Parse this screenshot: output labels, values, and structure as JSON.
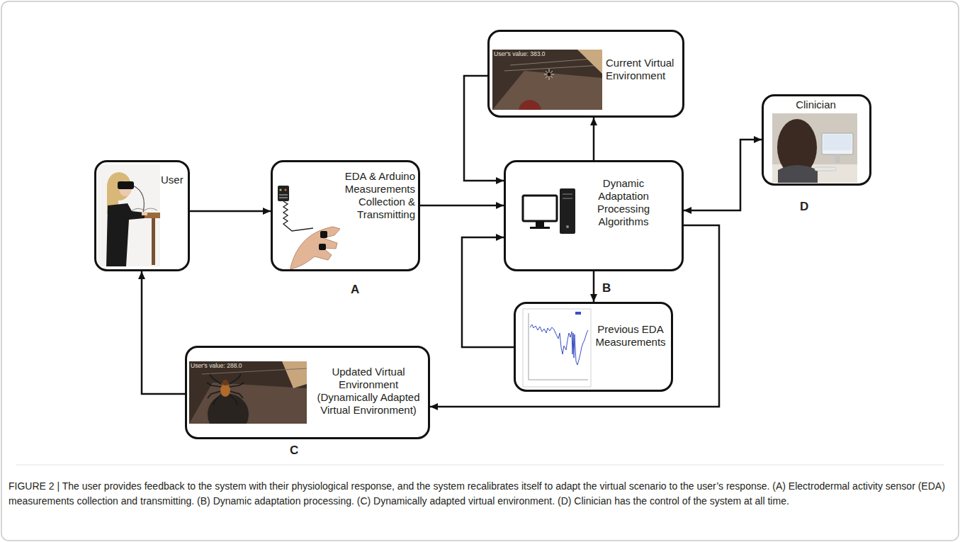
{
  "diagram": {
    "caption": "FIGURE 2 | The user provides feedback to the system with their physiological response, and the system recalibrates itself to adapt the virtual scenario to the user’s response. (A) Electrodermal activity sensor (EDA) measurements collection and transmitting. (B) Dynamic adaptation processing. (C) Dynamically adapted virtual environment. (D) Clinician has the control of the system at all time.",
    "nodes": [
      {
        "text": [
          "User"
        ]
      },
      {
        "text": [
          "EDA & Arduino Measurements Collection & Transmitting"
        ]
      },
      {
        "text": [
          "Current Virtual Environment"
        ]
      },
      {
        "text": [
          "Dynamic Adaptation Processing Algorithms"
        ]
      },
      {
        "text": [
          "Clinician"
        ]
      },
      {
        "text": [
          "Previous EDA Measurements"
        ]
      },
      {
        "text": [
          "Updated Virtual Environment (Dynamically Adapted Virtual Environment)"
        ]
      }
    ],
    "edges": [
      {
        "from": 0,
        "to": 1,
        "arrow": "to"
      },
      {
        "from": 1,
        "to": 3,
        "arrow": "to"
      },
      {
        "from": 3,
        "to": 2,
        "arrow": "to"
      },
      {
        "from": 2,
        "to": 3,
        "arrow": "to"
      },
      {
        "from": 3,
        "to": 4,
        "arrow": "both"
      },
      {
        "from": 3,
        "to": 5,
        "arrow": "to"
      },
      {
        "from": 5,
        "to": 3,
        "arrow": "to"
      },
      {
        "from": 3,
        "to": 6,
        "arrow": "to"
      },
      {
        "from": 6,
        "to": 0,
        "arrow": "to"
      }
    ],
    "labels": [
      "A",
      "B",
      "C",
      "D",
      "User's value: 383.0",
      "User's value: 288.0"
    ]
  }
}
